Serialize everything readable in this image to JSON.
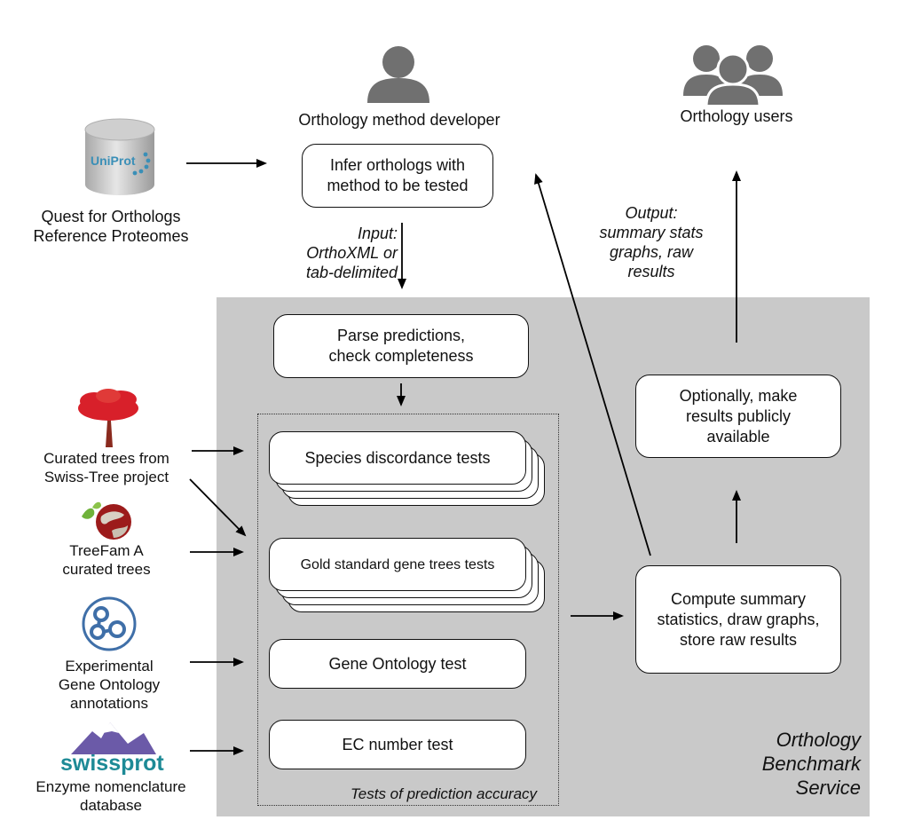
{
  "actors": {
    "developer": {
      "label": "Orthology method developer"
    },
    "users": {
      "label": "Orthology users"
    }
  },
  "reference": {
    "logo_text": "UniProt",
    "label_line1": "Quest for Orthologs",
    "label_line2": "Reference Proteomes"
  },
  "boxes": {
    "infer": {
      "line1": "Infer orthologs with",
      "line2": "method to be tested"
    },
    "parse": {
      "line1": "Parse predictions,",
      "line2": "check completeness"
    },
    "species": {
      "label": "Species discordance tests"
    },
    "gold": {
      "label": "Gold standard gene trees tests"
    },
    "go": {
      "label": "Gene Ontology test"
    },
    "ec": {
      "label": "EC number test"
    },
    "compute": {
      "line1": "Compute summary",
      "line2": "statistics, draw graphs,",
      "line3": "store raw results"
    },
    "publish": {
      "line1": "Optionally, make",
      "line2": "results publicly",
      "line3": "available"
    }
  },
  "input_note": {
    "line1": "Input:",
    "line2": "OrthoXML or",
    "line3": "tab-delimited"
  },
  "output_note": {
    "line1": "Output:",
    "line2": "summary stats",
    "line3": "graphs, raw",
    "line4": "results"
  },
  "sources": {
    "swisstree": {
      "line1": "Curated trees from",
      "line2": "Swiss-Tree project"
    },
    "treefam": {
      "line1": "TreeFam A",
      "line2": "curated trees"
    },
    "geneontology": {
      "line1": "Experimental",
      "line2": "Gene Ontology",
      "line3": "annotations"
    },
    "enzyme": {
      "logo_text": "swissprot",
      "line1": "Enzyme nomenclature",
      "line2": "database"
    }
  },
  "tests_group_label": "Tests of prediction accuracy",
  "service_label": {
    "line1": "Orthology",
    "line2": "Benchmark",
    "line3": "Service"
  },
  "colors": {
    "service_background": "#c9c9c9",
    "icon_gray": "#707070",
    "tree_red": "#d8202a",
    "go_blue": "#3f6fa8",
    "swissprot_teal": "#1d8a96",
    "uniprot_blue": "#3a8fb7"
  }
}
